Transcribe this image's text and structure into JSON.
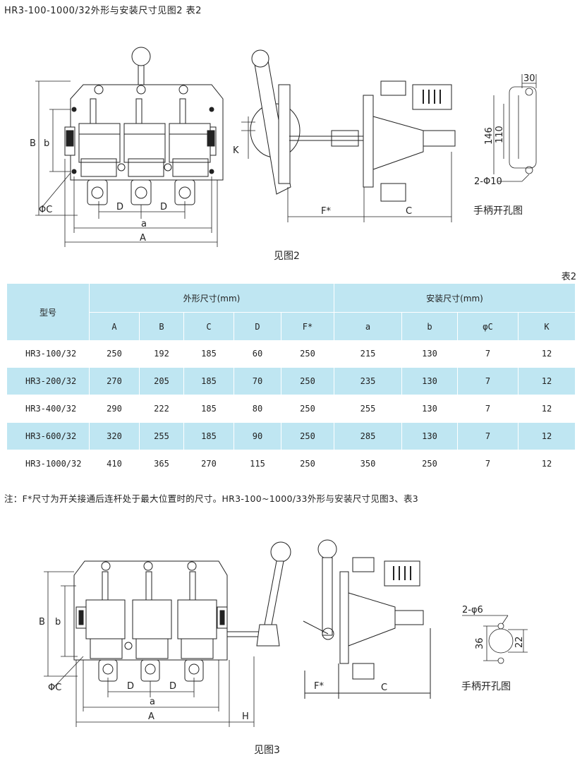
{
  "heading": "HR3-100-1000/32外形与安装尺寸见图2 表2",
  "fig2": {
    "caption": "见图2",
    "hole_caption": "手柄开孔图",
    "labels": {
      "B": "B",
      "b": "b",
      "PhiC": "ΦC",
      "D1": "D",
      "D2": "D",
      "a": "a",
      "A": "A",
      "K": "K",
      "Fstar": "F*",
      "C": "C",
      "w30": "30",
      "h146": "146",
      "h110": "110",
      "hole": "2-Φ10"
    }
  },
  "table": {
    "label": "表2",
    "model_header": "型号",
    "group_outer": "外形尺寸(mm)",
    "group_install": "安装尺寸(mm)",
    "columns": [
      "A",
      "B",
      "C",
      "D",
      "F*",
      "a",
      "b",
      "φC",
      "K"
    ],
    "rows": [
      {
        "model": "HR3-100/32",
        "values": [
          "250",
          "192",
          "185",
          "60",
          "250",
          "215",
          "130",
          "7",
          "12"
        ]
      },
      {
        "model": "HR3-200/32",
        "values": [
          "270",
          "205",
          "185",
          "70",
          "250",
          "235",
          "130",
          "7",
          "12"
        ]
      },
      {
        "model": "HR3-400/32",
        "values": [
          "290",
          "222",
          "185",
          "80",
          "250",
          "255",
          "130",
          "7",
          "12"
        ]
      },
      {
        "model": "HR3-600/32",
        "values": [
          "320",
          "255",
          "185",
          "90",
          "250",
          "285",
          "130",
          "7",
          "12"
        ]
      },
      {
        "model": "HR3-1000/32",
        "values": [
          "410",
          "365",
          "270",
          "115",
          "250",
          "350",
          "250",
          "7",
          "12"
        ]
      }
    ]
  },
  "note": "注：F*尺寸为开关接通后连杆处于最大位置时的尺寸。HR3-100~1000/33外形与安装尺寸见图3、表3",
  "fig3": {
    "caption": "见图3",
    "hole_caption": "手柄开孔图",
    "labels": {
      "B": "B",
      "b": "b",
      "PhiC": "ΦC",
      "D1": "D",
      "D2": "D",
      "a": "a",
      "A": "A",
      "H": "H",
      "Fstar": "F*",
      "C": "C",
      "hole": "2-φ6",
      "h36": "36",
      "h22": "22"
    }
  },
  "colors": {
    "table_band": "#bfe6f2",
    "line": "#222222"
  }
}
